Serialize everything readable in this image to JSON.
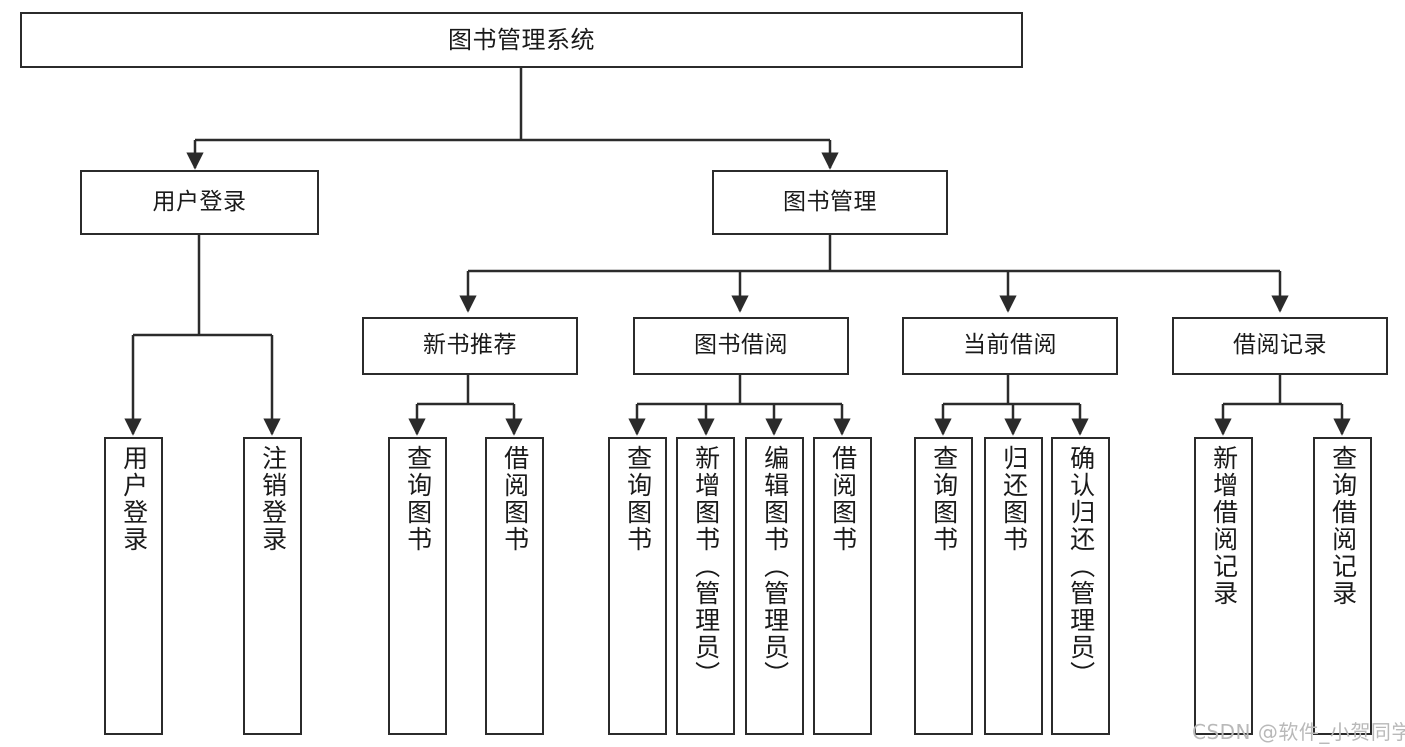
{
  "diagram": {
    "type": "tree",
    "title": "图书管理系统",
    "orientation": "top-down",
    "line_color": "#2b2b2b",
    "box_fill": "#ffffff",
    "nodes": {
      "root": {
        "label": "图书管理系统"
      },
      "level1": [
        {
          "label": "用户登录"
        },
        {
          "label": "图书管理"
        }
      ],
      "level2": [
        {
          "label": "新书推荐"
        },
        {
          "label": "图书借阅"
        },
        {
          "label": "当前借阅"
        },
        {
          "label": "借阅记录"
        }
      ],
      "leaves_user_login": [
        {
          "label": "用户登录"
        },
        {
          "label": "注销登录"
        }
      ],
      "leaves_new_book": [
        {
          "label": "查询图书"
        },
        {
          "label": "借阅图书"
        }
      ],
      "leaves_borrow": [
        {
          "label": "查询图书"
        },
        {
          "label": "新增图书（管理员）"
        },
        {
          "label": "编辑图书（管理员）"
        },
        {
          "label": "借阅图书"
        }
      ],
      "leaves_current": [
        {
          "label": "查询图书"
        },
        {
          "label": "归还图书"
        },
        {
          "label": "确认归还（管理员）"
        }
      ],
      "leaves_record": [
        {
          "label": "新增借阅记录"
        },
        {
          "label": "查询借阅记录"
        }
      ]
    }
  },
  "watermark": {
    "text": "CSDN @软件_小贺同学",
    "color": "#b9b9b9"
  }
}
